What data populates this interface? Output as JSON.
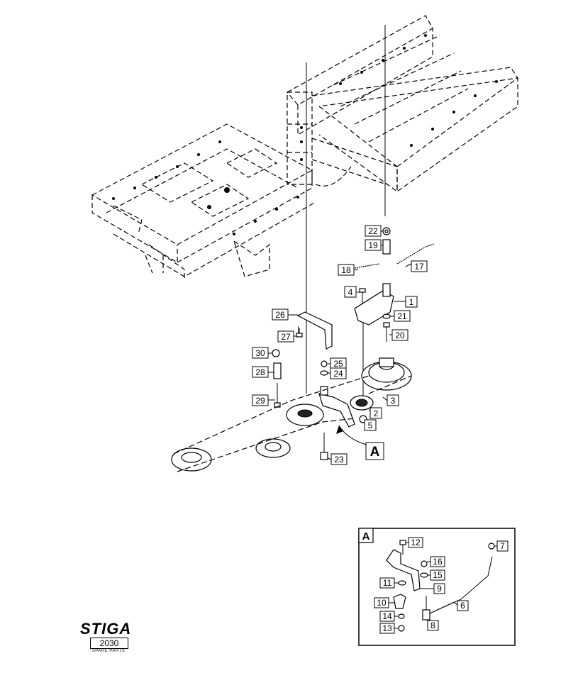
{
  "callouts": {
    "c1": "1",
    "c2": "2",
    "c3": "3",
    "c4": "4",
    "c5": "5",
    "c6": "6",
    "c7": "7",
    "c8": "8",
    "c9": "9",
    "c10": "10",
    "c11": "11",
    "c12": "12",
    "c13": "13",
    "c14": "14",
    "c15": "15",
    "c16": "16",
    "c17": "17",
    "c18": "18",
    "c19": "19",
    "c20": "20",
    "c21": "21",
    "c22": "22",
    "c23": "23",
    "c24": "24",
    "c25": "25",
    "c26": "26",
    "c27": "27",
    "c28": "28",
    "c29": "29",
    "c30": "30"
  },
  "detail_marker": "A",
  "detail_inset_label": "A",
  "logo": {
    "brand": "STIGA",
    "code": "2030",
    "subtitle": "SPARE PARTS"
  }
}
